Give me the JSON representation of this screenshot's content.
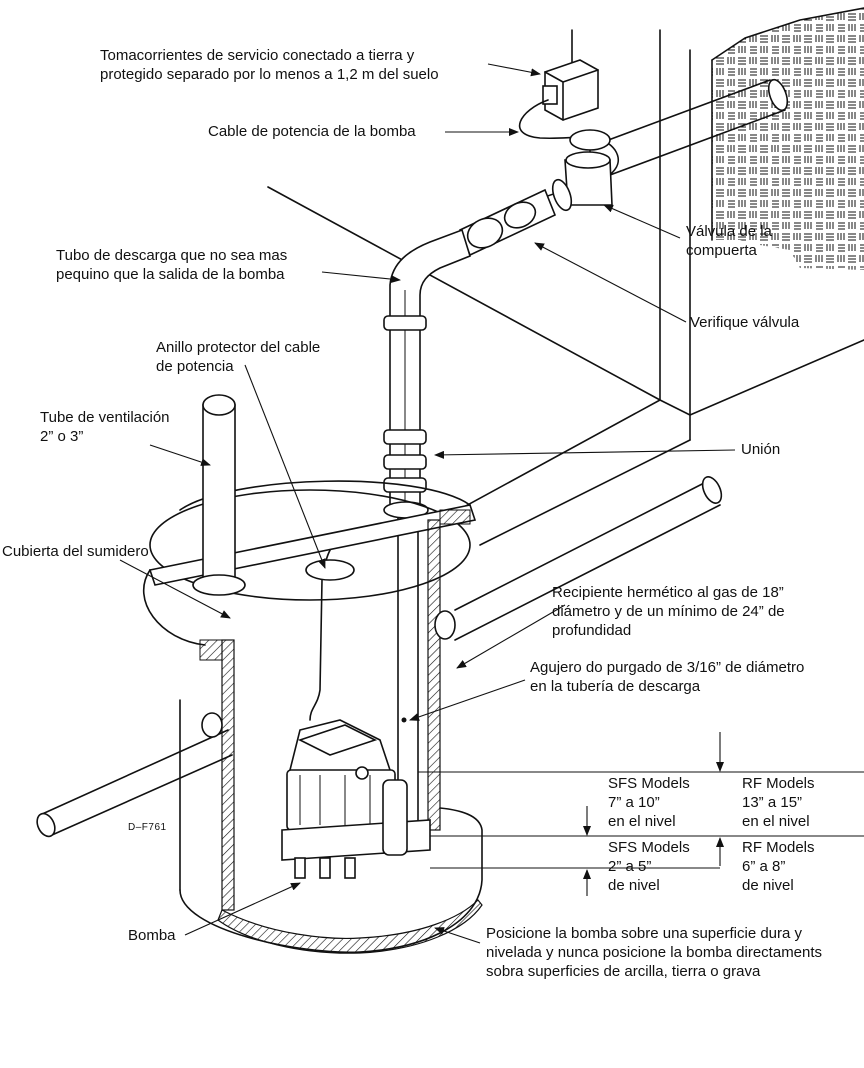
{
  "diagram_id": "D–F761",
  "labels": {
    "outlet": [
      "Tomacorrientes de servicio conectado a tierra y",
      "protegido separado por lo menos a 1,2 m del suelo"
    ],
    "power_cable": [
      "Cable de potencia de la bomba"
    ],
    "gate_valve": [
      "Válvula de la",
      "compuerta"
    ],
    "discharge_pipe": [
      "Tubo de descarga que no sea mas",
      "pequino que la salida de la bomba"
    ],
    "check_valve": [
      "Verifique válvula"
    ],
    "grommet": [
      "Anillo protector del cable",
      "de potencia"
    ],
    "vent_pipe": [
      "Tube de ventilación",
      "2” o 3”"
    ],
    "union": [
      "Unión"
    ],
    "sump_cover": [
      "Cubierta del sumidero"
    ],
    "basin": [
      "Recipiente hermético al gas de 18”",
      "diámetro y de un mínimo de 24” de",
      "profundidad"
    ],
    "bleed_hole": [
      "Agujero do purgado de 3/16” de diámetro",
      "en la tubería de descarga"
    ],
    "sfs_on": [
      "SFS Models",
      "7” a 10”",
      "en el nivel"
    ],
    "rf_on": [
      "RF Models",
      "13” a 15”",
      "en el nivel"
    ],
    "sfs_off": [
      "SFS Models",
      "2” a 5”",
      "de nivel"
    ],
    "rf_off": [
      "RF Models",
      "6” a 8”",
      "de nivel"
    ],
    "pump": [
      "Bomba"
    ],
    "placement": [
      "Posicione la bomba sobre una superficie dura y",
      "nivelada y nunca posicione la bomba directaments",
      "sobra superficies de arcilla, tierra o grava"
    ]
  }
}
